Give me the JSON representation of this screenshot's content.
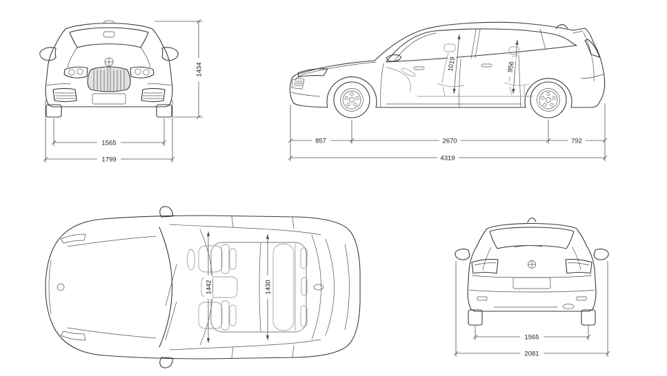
{
  "colors": {
    "line": "#33383e",
    "interior_line": "#9aa1a9",
    "dimension_line": "#4c5157",
    "label_text": "#1a1c1f",
    "background": "#ffffff"
  },
  "front": {
    "height": "1434",
    "track": "1565",
    "width": "1799"
  },
  "side": {
    "front_headroom": "1019",
    "rear_headroom": "956",
    "front_overhang": "857",
    "wheelbase": "2670",
    "rear_overhang": "792",
    "length": "4319"
  },
  "top": {
    "front_interior_width": "1442",
    "rear_interior_width": "1430"
  },
  "rear": {
    "track": "1565",
    "width_incl_mirrors": "2081"
  }
}
